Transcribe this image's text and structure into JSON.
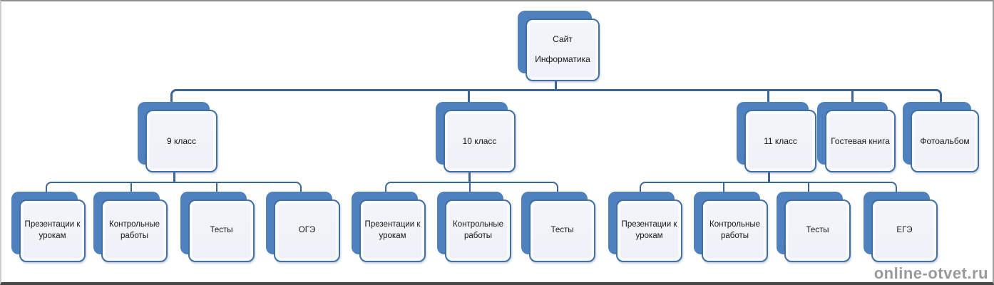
{
  "root": {
    "label": "Сайт Информатика"
  },
  "level2": {
    "grade9": {
      "label": "9 класс"
    },
    "grade10": {
      "label": "10 класс"
    },
    "grade11": {
      "label": "11 класс"
    },
    "guestbook": {
      "label": "Гостевая книга"
    },
    "photoalbum": {
      "label": "Фотоальбом"
    }
  },
  "level3": {
    "grade9": {
      "items": [
        "Презентации к урокам",
        "Контрольные работы",
        "Тесты",
        "ОГЭ"
      ]
    },
    "grade10": {
      "items": [
        "Презентации к урокам",
        "Контрольные работы",
        "Тесты"
      ]
    },
    "grade11": {
      "items": [
        "Презентации к урокам",
        "Контрольные работы",
        "Тесты",
        "ЕГЭ"
      ]
    }
  },
  "watermark": "online-otvet.ru",
  "colors": {
    "accent_blue": "#4e81bd",
    "box_border_blue": "#3f6fa5",
    "connector_blue": "#3c6494",
    "box_fill": "#f0f3f9"
  }
}
